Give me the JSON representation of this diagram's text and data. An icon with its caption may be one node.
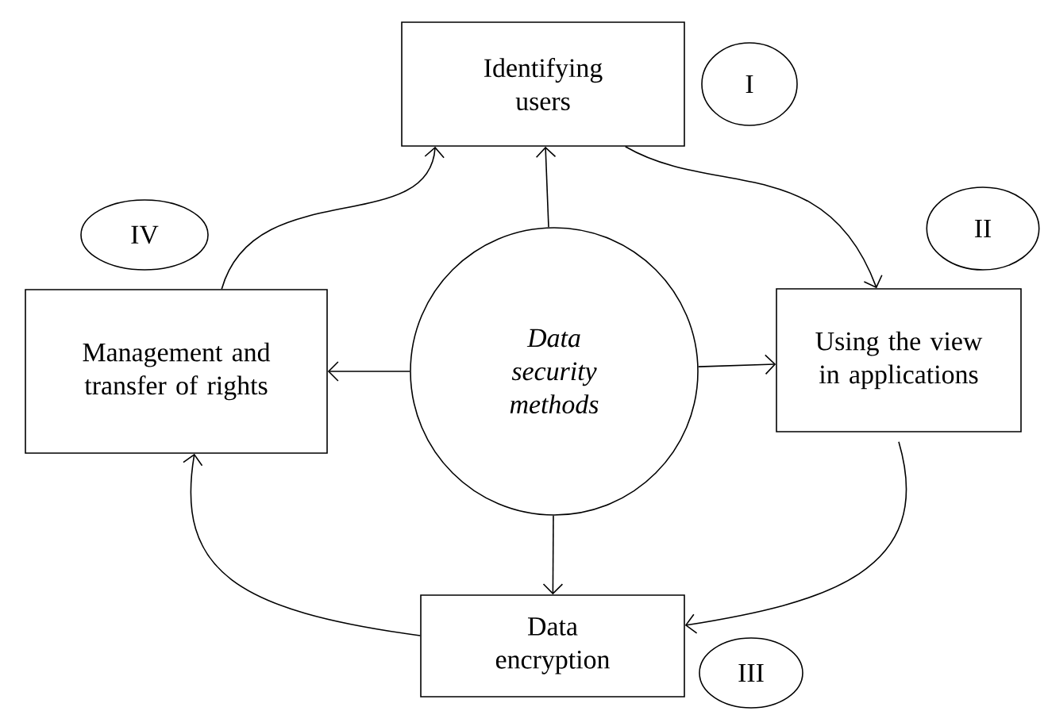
{
  "diagram": {
    "nodes": [
      {
        "text": [
          "Identifying users"
        ]
      },
      {
        "text": [
          "I"
        ]
      },
      {
        "text": [
          "IV"
        ]
      },
      {
        "text": [
          "II"
        ]
      },
      {
        "text": [
          "Management and transfer of rights"
        ]
      },
      {
        "text": [
          "Data security methods"
        ]
      },
      {
        "text": [
          "Using the view in applications"
        ]
      },
      {
        "text": [
          "Data encryption"
        ]
      },
      {
        "text": [
          "III"
        ]
      }
    ],
    "edges": [
      {
        "from": 5,
        "to": 0,
        "arrow": "to"
      },
      {
        "from": 5,
        "to": 6,
        "arrow": "to"
      },
      {
        "from": 5,
        "to": 4,
        "arrow": "to"
      },
      {
        "from": 5,
        "to": 7,
        "arrow": "to"
      },
      {
        "from": 0,
        "to": 6,
        "arrow": "to"
      },
      {
        "from": 6,
        "to": 7,
        "arrow": "to"
      },
      {
        "from": 7,
        "to": 4,
        "arrow": "to"
      },
      {
        "from": 4,
        "to": 0,
        "arrow": "to"
      }
    ]
  }
}
